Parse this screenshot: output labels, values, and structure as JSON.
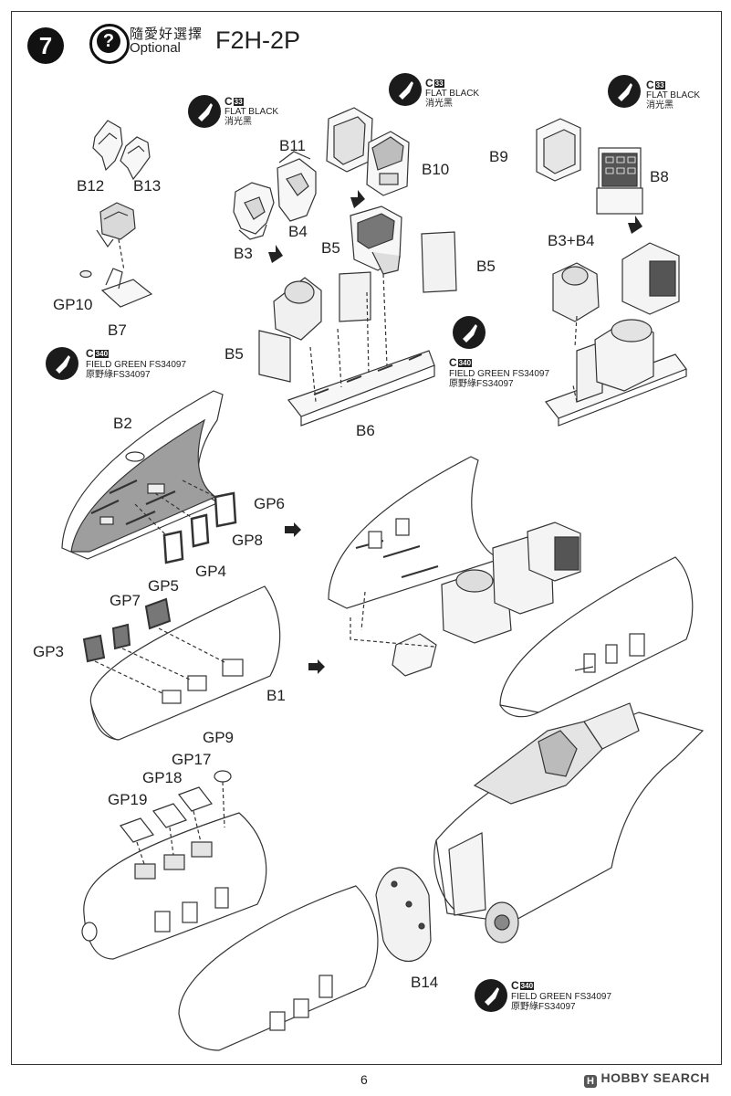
{
  "header": {
    "step_number": "7",
    "optional_zh": "隨愛好選擇",
    "optional_en": "Optional",
    "model_name": "F2H-2P"
  },
  "paints": [
    {
      "code": "C",
      "num": "33",
      "name_en": "FLAT BLACK",
      "name_zh": "消光黑"
    },
    {
      "code": "C",
      "num": "33",
      "name_en": "FLAT BLACK",
      "name_zh": "消光黑"
    },
    {
      "code": "C",
      "num": "33",
      "name_en": "FLAT BLACK",
      "name_zh": "消光黑"
    },
    {
      "code": "C",
      "num": "340",
      "name_en": "FIELD GREEN FS34097",
      "name_zh": "原野綠FS34097"
    },
    {
      "code": "C",
      "num": "340",
      "name_en": "FIELD GREEN FS34097",
      "name_zh": "原野綠FS34097"
    },
    {
      "code": "C",
      "num": "340",
      "name_en": "FIELD GREEN FS34097",
      "name_zh": "原野綠FS34097"
    }
  ],
  "parts": {
    "b12": "B12",
    "b13": "B13",
    "b4": "B4",
    "b3": "B3",
    "b11": "B11",
    "b10": "B10",
    "b9": "B9",
    "b8": "B8",
    "gp10": "GP10",
    "b7": "B7",
    "b5a": "B5",
    "b5b": "B5",
    "b5c": "B5",
    "b6": "B6",
    "b3b4": "B3+B4",
    "b2": "B2",
    "gp6": "GP6",
    "gp8": "GP8",
    "gp4": "GP4",
    "gp5": "GP5",
    "gp7": "GP7",
    "gp3": "GP3",
    "b1": "B1",
    "gp9": "GP9",
    "gp17": "GP17",
    "gp18": "GP18",
    "gp19": "GP19",
    "b14": "B14"
  },
  "footer": {
    "page_number": "6",
    "watermark": "HOBBY SEARCH"
  }
}
